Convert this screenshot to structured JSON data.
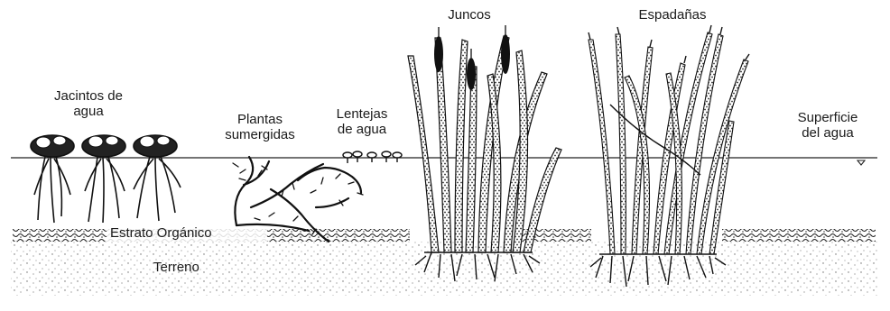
{
  "labels": {
    "jacintos_line1": "Jacintos de",
    "jacintos_line2": "agua",
    "plantas_line1": "Plantas",
    "plantas_line2": "sumergidas",
    "lentejas_line1": "Lentejas",
    "lentejas_line2": "de agua",
    "juncos": "Juncos",
    "espadanas": "Espadañas",
    "superficie_line1": "Superficie",
    "superficie_line2": "del agua",
    "estrato": "Estrato Orgánico",
    "terreno": "Terreno"
  },
  "colors": {
    "ink": "#1a1a1a",
    "soil_dots": "#555555",
    "background": "#ffffff"
  }
}
